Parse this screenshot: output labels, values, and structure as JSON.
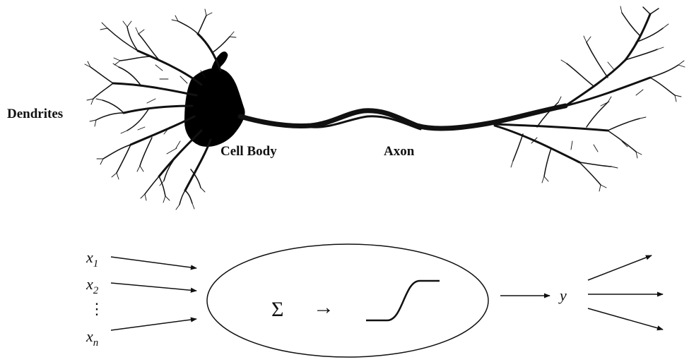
{
  "neuron": {
    "dendrites_label": "Dendrites",
    "cell_body_label": "Cell Body",
    "axon_label": "Axon"
  },
  "model": {
    "inputs": [
      {
        "var": "x",
        "sub": "1"
      },
      {
        "var": "x",
        "sub": "2"
      },
      {
        "var": "x",
        "sub": "n"
      }
    ],
    "vdots": "⋮",
    "sum_symbol": "Σ",
    "arrow_symbol": "→",
    "output": "y"
  }
}
